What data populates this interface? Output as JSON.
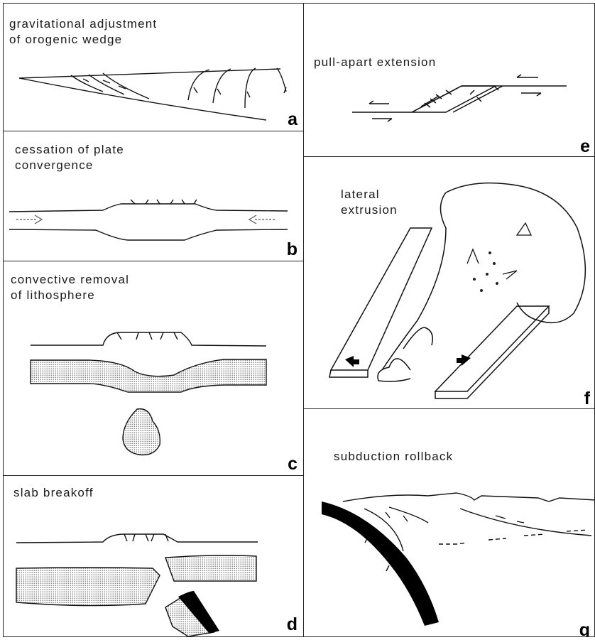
{
  "panels": {
    "a": {
      "title_line1": "gravitational  adjustment",
      "title_line2": "of  orogenic  wedge",
      "letter": "a"
    },
    "b": {
      "title_line1": "cessation  of  plate",
      "title_line2": "convergence",
      "letter": "b"
    },
    "c": {
      "title_line1": "convective  removal",
      "title_line2": "of  lithosphere",
      "letter": "c"
    },
    "d": {
      "title_line1": "slab  breakoff",
      "letter": "d"
    },
    "e": {
      "title_line1": "pull-apart  extension",
      "letter": "e"
    },
    "f": {
      "title_line1": "lateral",
      "title_line2": "extrusion",
      "letter": "f"
    },
    "g": {
      "title_line1": "subduction  rollback",
      "letter": "g"
    }
  },
  "colors": {
    "line": "#111111",
    "stipple": "#c8c8c8",
    "slab": "#000000"
  }
}
